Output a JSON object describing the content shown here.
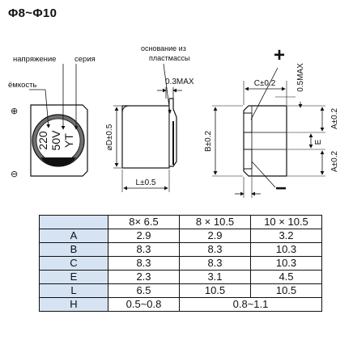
{
  "title": "Φ8~Φ10",
  "diagram": {
    "labels": {
      "voltage_label": "напряжение",
      "series_label": "серия",
      "capacity_label": "ёмкость",
      "base_label_line1": "основание из",
      "base_label_line2": "пластмассы"
    },
    "marking": {
      "capacitance": "220",
      "voltage": "50V",
      "series": "YT"
    },
    "polarity": {
      "plus": "⊕",
      "minus": "⊖",
      "plus_big": "+",
      "minus_big": "−"
    },
    "dimensions": {
      "d": "⌀D±0.5",
      "l": "L±0.5",
      "b": "B±0.2",
      "c": "C±0.2",
      "max03": "0.3MAX",
      "max05": "0.5MAX",
      "a_top": "A±0.2",
      "a_bottom": "A±0.2",
      "e": "E"
    }
  },
  "table": {
    "columns": [
      "8× 6.5",
      "8 × 10.5",
      "10 × 10.5"
    ],
    "rows": [
      {
        "name": "A",
        "values": [
          "2.9",
          "2.9",
          "3.2"
        ]
      },
      {
        "name": "B",
        "values": [
          "8.3",
          "8.3",
          "10.3"
        ]
      },
      {
        "name": "C",
        "values": [
          "8.3",
          "8.3",
          "10.3"
        ]
      },
      {
        "name": "E",
        "values": [
          "2.3",
          "3.1",
          "4.5"
        ]
      },
      {
        "name": "L",
        "values": [
          "6.5",
          "10.5",
          "10.5"
        ]
      }
    ],
    "last_row": {
      "name": "H",
      "first": "0.5~0.8",
      "merged": "0.8~1.1"
    }
  }
}
